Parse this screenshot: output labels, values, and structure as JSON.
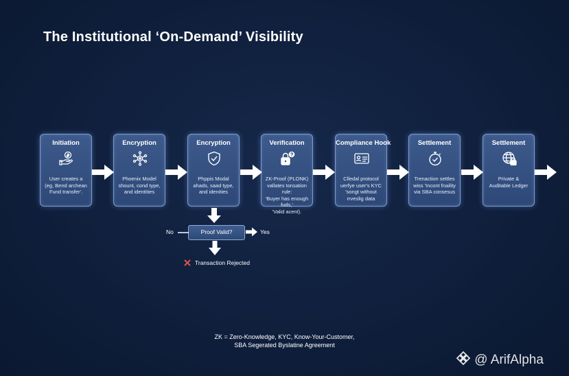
{
  "title": "The Institutional ‘On-Demand’ Visibility",
  "steps": [
    {
      "title": "Initiation",
      "icon": "hand-coin-icon",
      "desc": "User creates a\n(eg, Bend archean\nFund transfer'."
    },
    {
      "title": "Encryption",
      "icon": "network-gear-icon",
      "desc": "Phoenix Model\nshount, cond type,\nand identities"
    },
    {
      "title": "Encryption",
      "icon": "shield-check-icon",
      "desc": "Phppis Modal\nahads, saad type,\nand idenities"
    },
    {
      "title": "Verification",
      "icon": "lock-question-icon",
      "desc": "ZK-Proof (PLONK)\nvallates tonsation rule:\n'Buyer has enough fuds,'\n'Valid acent)."
    },
    {
      "title": "Compliance Hook",
      "icon": "id-card-icon",
      "desc": "Clledal protocol\nuerfye user's KYC\n'songt without\nrrveslig data"
    },
    {
      "title": "Settlement",
      "icon": "stopwatch-check-icon",
      "desc": "Trenaction settles\nwiss 'Incont fnaility\nvia SBA consesus"
    },
    {
      "title": "Settlement",
      "icon": "globe-lock-icon",
      "desc": "Private &\nAuditable Ledger"
    }
  ],
  "decision": {
    "label": "Proof Valid?",
    "no_label": "No",
    "yes_label": "Yes"
  },
  "rejected": {
    "icon": "cross-icon",
    "label": "Transaction Rejected"
  },
  "footnote": {
    "line1": "ZK = Zero-Knowledge, KYC, Know-Your-Customer,",
    "line2": "SBA  Segerated Byslatine Agreement"
  },
  "watermark": {
    "icon": "arifalpha-logo-icon",
    "label": "@ ArifAlpha"
  }
}
